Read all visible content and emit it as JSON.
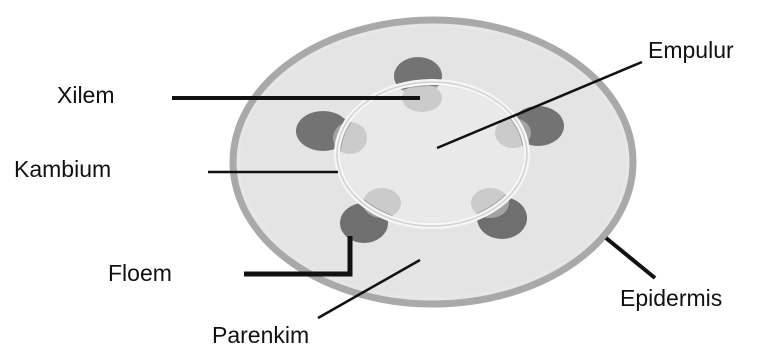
{
  "labels": {
    "xilem": "Xilem",
    "kambium": "Kambium",
    "floem": "Floem",
    "parenkim": "Parenkim",
    "empulur": "Empulur",
    "epidermis": "Epidermis"
  }
}
